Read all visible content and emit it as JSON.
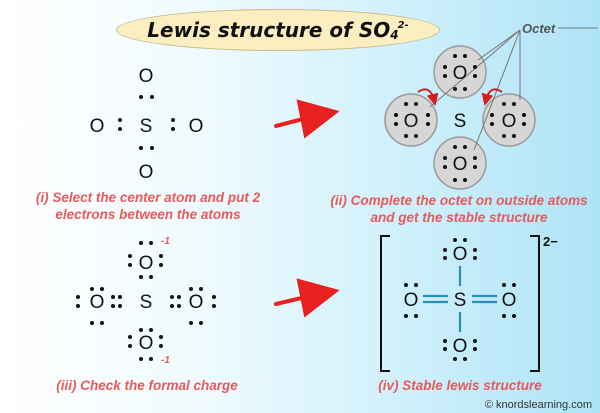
{
  "title": {
    "prefix": "Lewis structure of SO",
    "sub": "4",
    "sup": "2-"
  },
  "captions": {
    "step1": "(i) Select the center atom and put 2 electrons between the atoms",
    "step2": "(ii) Complete the octet on outside atoms and get the stable structure",
    "step3": "(iii) Check the formal charge",
    "step4": "(iv) Stable lewis structure"
  },
  "labels": {
    "octet": "Octet",
    "oxygen": "O",
    "sulfur": "S",
    "charge": "-1",
    "ion_charge": "2−"
  },
  "watermark": "© knordslearning.com",
  "colors": {
    "caption": "#e85a5a",
    "arrow": "#e82020",
    "bond": "#2a8fb0",
    "title_pill": "#fbeec0",
    "circle_fill": "#d6d6d6"
  },
  "icons": [
    "right-arrow-icon",
    "curved-arrow-icon"
  ]
}
